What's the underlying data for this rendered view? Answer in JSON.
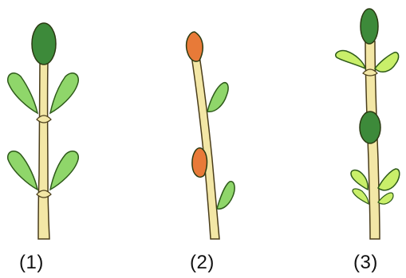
{
  "figure": {
    "labels": [
      "(1)",
      "(2)",
      "(3)"
    ]
  },
  "colors": {
    "stem_fill": "#f3e7a6",
    "stem_outline": "#4a3d1a",
    "leaf_fill": "#8fd66a",
    "leaf_fill_light": "#c9ef6a",
    "leaf_outline": "#2e5a1a",
    "bud_dark": "#3d8a3a",
    "bud_orange": "#e87a38",
    "bud_outline": "#2a3a12"
  }
}
